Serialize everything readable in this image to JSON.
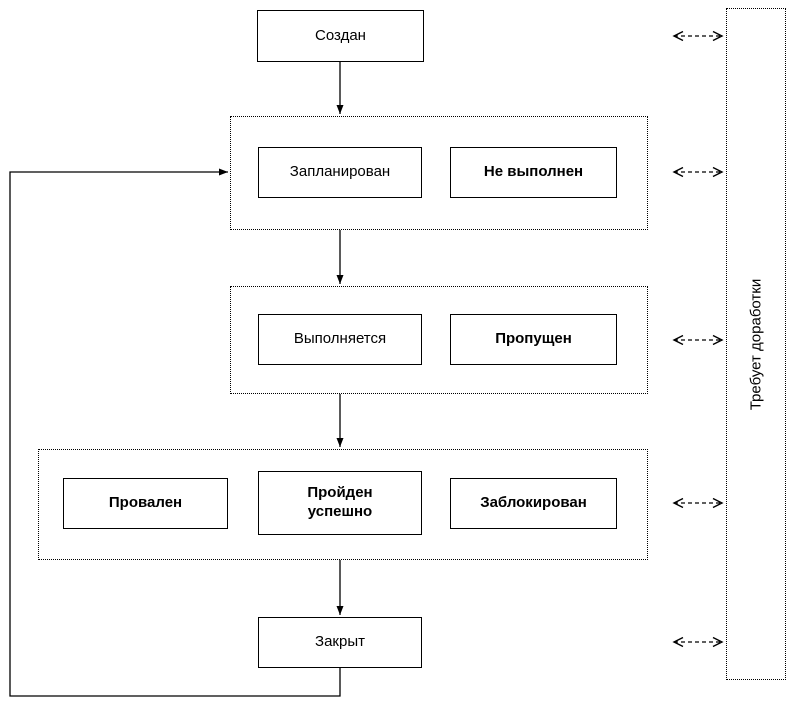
{
  "diagram": {
    "type": "flowchart",
    "nodes": {
      "created": {
        "label": "Создан"
      },
      "planned": {
        "label": "Запланирован"
      },
      "not_executed": {
        "label": "Не выполнен"
      },
      "in_progress": {
        "label": "Выполняется"
      },
      "skipped": {
        "label": "Пропущен"
      },
      "failed": {
        "label": "Провален"
      },
      "passed": {
        "label": "Пройден успешно"
      },
      "blocked": {
        "label": "Заблокирован"
      },
      "closed": {
        "label": "Закрыт"
      },
      "rework": {
        "label": "Требует доработки"
      }
    },
    "colors": {
      "line": "#000000",
      "background": "#ffffff",
      "box_fill": "#ffffff"
    }
  }
}
